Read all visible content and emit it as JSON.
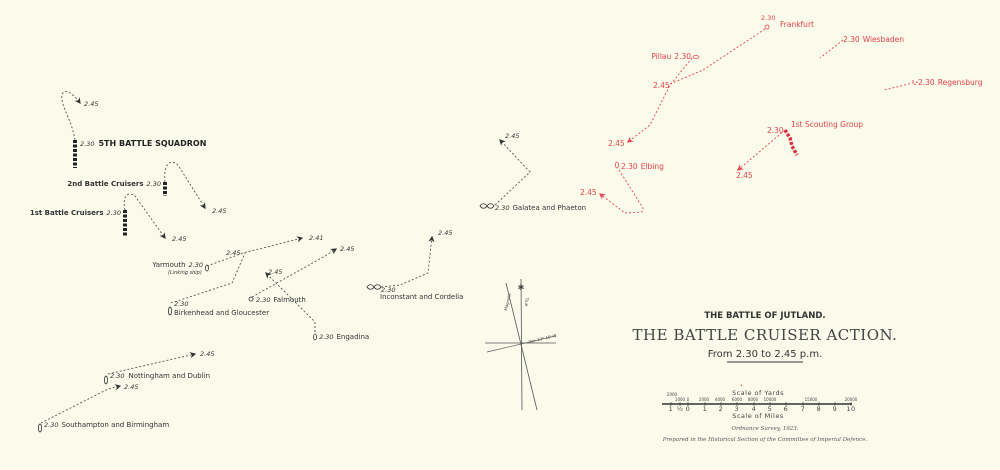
{
  "colors": {
    "background": "#fbfbec",
    "british": "#333333",
    "german": "#e8404a"
  },
  "title": {
    "heading": "THE BATTLE OF JUTLAND.",
    "main": "THE BATTLE CRUISER ACTION.",
    "time_range": "From 2.30 to 2.45 p.m."
  },
  "scale": {
    "yards_label": "Scale of Yards",
    "miles_label": "Scale of Miles",
    "yards_ticks": [
      "2000",
      "1000",
      "0",
      "2000",
      "4000",
      "6000",
      "8000",
      "10000",
      "15000",
      "20000"
    ],
    "miles_ticks": [
      "1",
      "½",
      "0",
      "1",
      "2",
      "3",
      "4",
      "5",
      "6",
      "7",
      "8",
      "9",
      "10"
    ]
  },
  "credits": {
    "survey": "Ordnance Survey, 1923.",
    "prepared": "Prepared in the Historical Section of the Committee of Imperial Defence."
  },
  "compass": {
    "variation": "Var. 13° 15' W",
    "true_label": "True",
    "magnetic_label": "Magnetic"
  },
  "british": {
    "fifth_bs": {
      "label": "5TH BATTLE SQUADRON",
      "start": "2.30",
      "end": "2.45"
    },
    "second_bc": {
      "label": "2nd Battle Cruisers",
      "start": "2.30",
      "end": "2.45"
    },
    "first_bc": {
      "label": "1st Battle Cruisers",
      "start": "2.30",
      "end": "2.45"
    },
    "yarmouth": {
      "label": "Yarmouth",
      "note": "(Linking ship)",
      "start": "2.30",
      "mid": "2.45",
      "end": "2.41"
    },
    "birkenhead": {
      "label": "Birkenhead and Gloucester",
      "start": "2.30"
    },
    "falmouth": {
      "label": "Falmouth",
      "start": "2.30",
      "end": "2.45"
    },
    "engadina": {
      "label": "Engadina",
      "start": "2.30",
      "end": "2.45"
    },
    "nottingham": {
      "label": "Nottingham and Dublin",
      "start": "2.30",
      "end": "2.45"
    },
    "southampton": {
      "label": "Southampton and Birmingham",
      "start": "2.30",
      "end": "2.45"
    },
    "galatea": {
      "label": "Galatea and Phaeton",
      "start": "2.30",
      "end": "2.45"
    },
    "inconstant": {
      "label": "Inconstant and Cordelia",
      "start": "2.30",
      "end": "2.45"
    }
  },
  "german": {
    "frankfurt": {
      "label": "Frankfurt",
      "start": "2.30"
    },
    "pillau": {
      "label": "Pillau",
      "start": "2.30",
      "mid": "2.45",
      "end": "2.45"
    },
    "wiesbaden": {
      "label": "Wiesbaden",
      "start": "2.30"
    },
    "regensburg": {
      "label": "Regensburg",
      "start": "2.30"
    },
    "scouting": {
      "label": "1st Scouting Group",
      "start": "2.30",
      "end": "2.45"
    },
    "elbing": {
      "label": "Elbing",
      "start": "2.30",
      "end": "2.45"
    }
  }
}
